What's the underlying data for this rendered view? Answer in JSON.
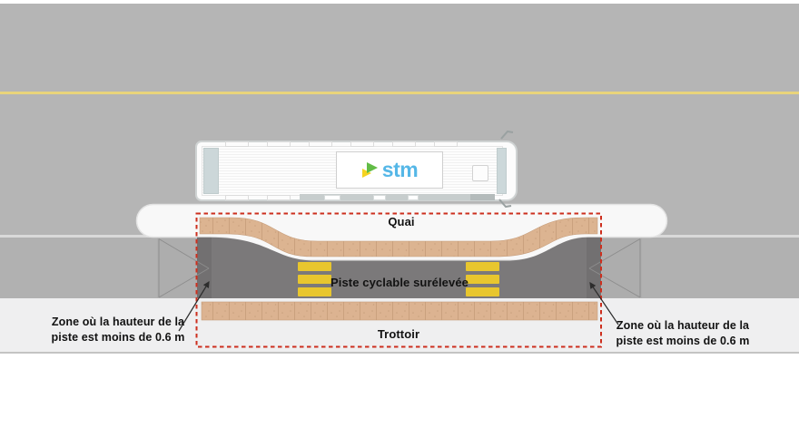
{
  "diagram": {
    "platform_label": "Quai",
    "bike_path_label": "Piste cyclable surélevée",
    "sidewalk_label": "Trottoir",
    "zone_note_left": {
      "line1": "Zone où la hauteur de la",
      "line2": "piste est moins de 0.6 m"
    },
    "zone_note_right": {
      "line1": "Zone où la hauteur de la",
      "line2": "piste est moins de 0.6 m"
    },
    "bus": {
      "logo_text": "stm"
    },
    "colors": {
      "road": "#b5b5b5",
      "corridor": "#b1b1b1",
      "sidewalk": "#efeff0",
      "quai": "#f8f8f8",
      "bike_path": "#7b797a",
      "ramp": "#adadad",
      "tactile": "#dcb28e",
      "tactile_seam": "#c49a76",
      "marking_yellow": "#e8c62e",
      "lane_yellow": "#e9d47b",
      "dashed_red": "#cd2f1e",
      "stm_blue": "#55b7e7",
      "stm_green": "#62bc46",
      "stm_yellow": "#f5d321"
    }
  }
}
